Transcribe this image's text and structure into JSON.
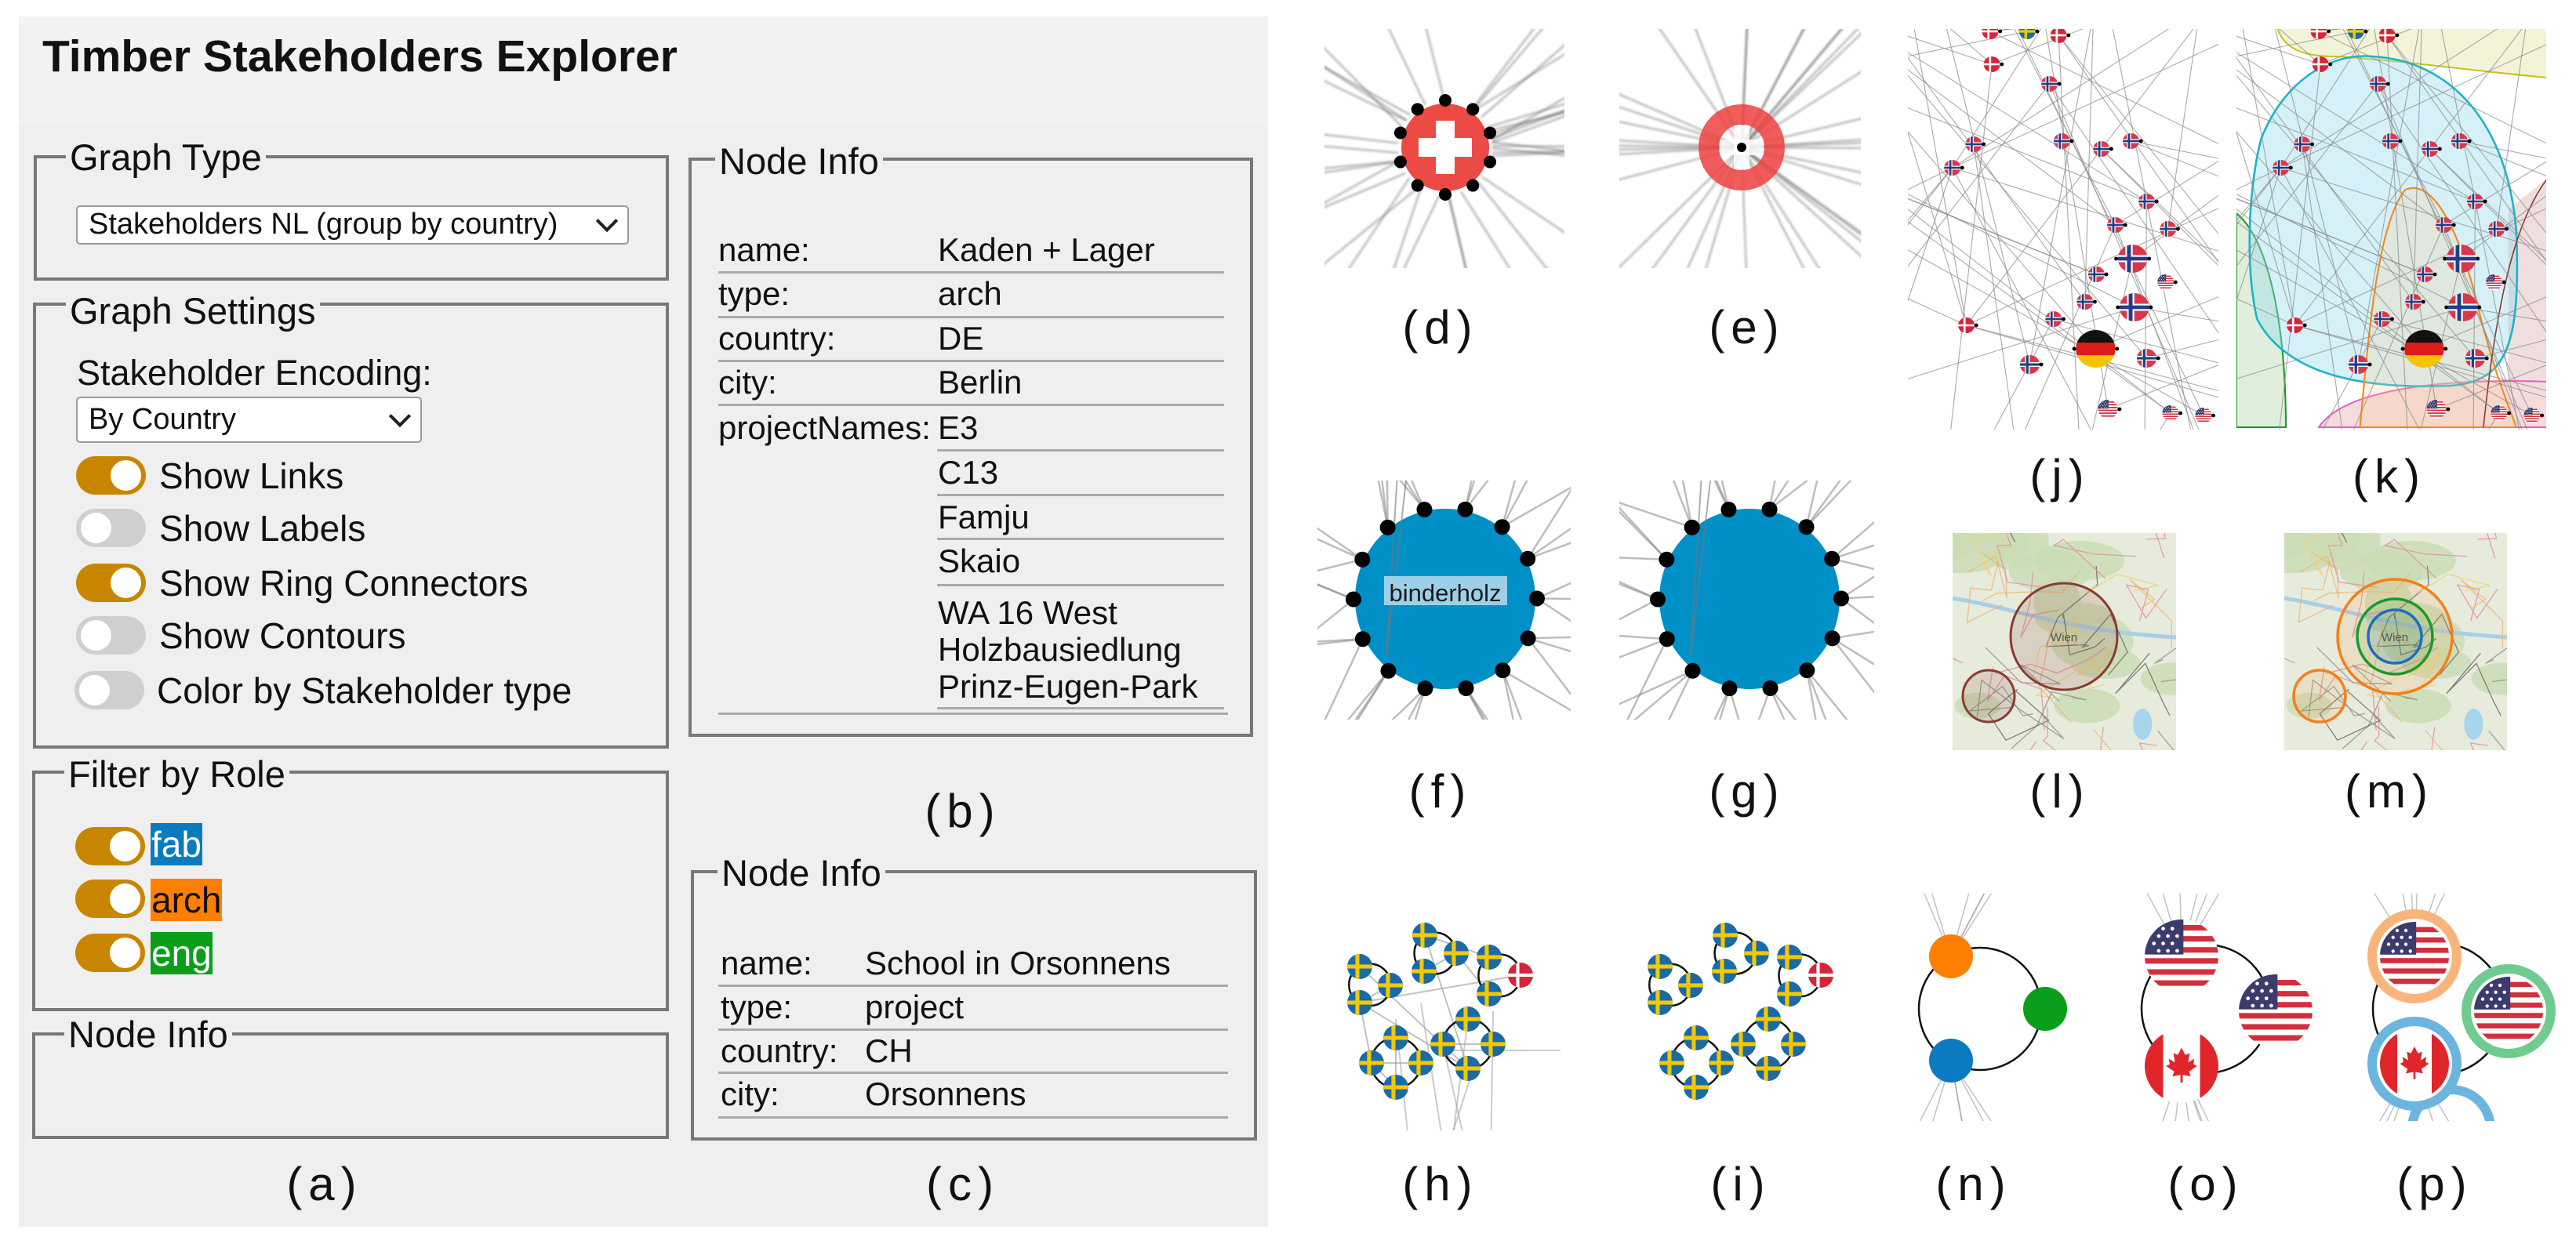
{
  "app": {
    "title": "Timber Stakeholders Explorer"
  },
  "graph_type": {
    "legend": "Graph Type",
    "selected": "Stakeholders NL (group by country)"
  },
  "graph_settings": {
    "legend": "Graph Settings",
    "encoding_label": "Stakeholder Encoding:",
    "encoding_selected": "By Country",
    "toggles": [
      {
        "label": "Show Links",
        "on": true
      },
      {
        "label": "Show Labels",
        "on": false
      },
      {
        "label": "Show Ring Connectors",
        "on": true
      },
      {
        "label": "Show Contours",
        "on": false
      },
      {
        "label": "Color by Stakeholder type",
        "on": false
      }
    ]
  },
  "filter_by_role": {
    "legend": "Filter by Role",
    "roles": [
      {
        "label": "fab",
        "on": true,
        "bg": "#0a7bbf",
        "fg": "#ffffff"
      },
      {
        "label": "arch",
        "on": true,
        "bg": "#ff8000",
        "fg": "#111111"
      },
      {
        "label": "eng",
        "on": true,
        "bg": "#0a9e1a",
        "fg": "#ffffff"
      }
    ]
  },
  "node_info_a": {
    "legend": "Node Info"
  },
  "node_info_b": {
    "legend": "Node Info",
    "rows": [
      {
        "key": "name:",
        "value": "Kaden + Lager"
      },
      {
        "key": "type:",
        "value": "arch"
      },
      {
        "key": "country:",
        "value": "DE"
      },
      {
        "key": "city:",
        "value": "Berlin"
      }
    ],
    "project_key": "projectNames:",
    "project_names": [
      "E3",
      "C13",
      "Famju",
      "Skaio",
      "WA 16 West Holzbausiedlung Prinz-Eugen-Park"
    ]
  },
  "node_info_c": {
    "legend": "Node Info",
    "rows": [
      {
        "key": "name:",
        "value": "School in Orsonnens"
      },
      {
        "key": "type:",
        "value": "project"
      },
      {
        "key": "country:",
        "value": "CH"
      },
      {
        "key": "city:",
        "value": "Orsonnens"
      }
    ]
  },
  "panel_labels": {
    "a": "(a)",
    "b": "(b)",
    "c": "(c)",
    "d": "(d)",
    "e": "(e)",
    "f": "(f)",
    "g": "(g)",
    "h": "(h)",
    "i": "(i)",
    "j": "(j)",
    "k": "(k)",
    "l": "(l)",
    "m": "(m)",
    "n": "(n)",
    "o": "(o)",
    "p": "(p)"
  },
  "views": {
    "f_node_label": "binderholz",
    "l_city_label": "Wien",
    "m_city_label": "Wien",
    "flags": [
      "switzerland-flag",
      "norway-flag",
      "denmark-flag",
      "sweden-flag",
      "germany-flag",
      "usa-flag",
      "canada-flag"
    ]
  },
  "colors": {
    "toggle_on": "#c88600",
    "toggle_off": "#cfcfcf",
    "node_blue": "#0090c8",
    "role_fab": "#0a7bbf",
    "role_arch": "#ff8000",
    "role_eng": "#0a9e1a"
  }
}
